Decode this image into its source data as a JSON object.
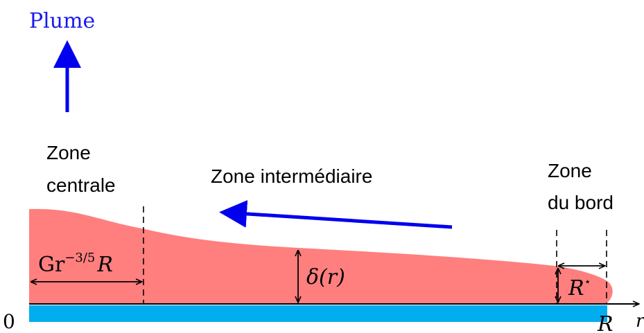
{
  "plume": {
    "label": "Plume"
  },
  "zones": {
    "central_line1": "Zone",
    "central_line2": "centrale",
    "intermediate": "Zone intermédiaire",
    "edge_line1": "Zone",
    "edge_line2": "du bord"
  },
  "annotations": {
    "central_width_base": "Gr",
    "central_width_exponent": "−3/5",
    "central_width_suffix": "R",
    "thickness": "δ(r)",
    "edge_width_base": "R",
    "edge_width_star": "⋆"
  },
  "axis": {
    "origin": "0",
    "end": "R",
    "variable": "r"
  },
  "colors": {
    "layer_fill": "#ff7f7f",
    "plate": "#00aeef",
    "flow_arrow": "#0000ee",
    "axis": "#000000"
  }
}
